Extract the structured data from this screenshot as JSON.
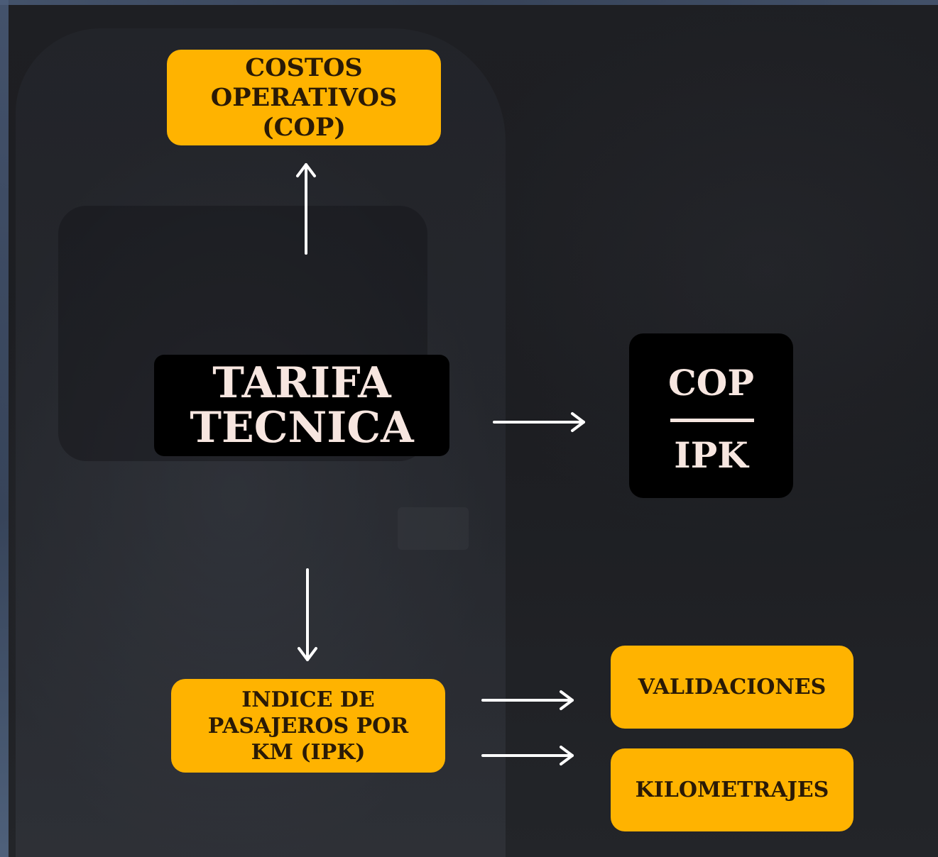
{
  "diagram": {
    "nodes": {
      "cop": {
        "label": "COSTOS OPERATIVOS (COP)"
      },
      "tarifa": {
        "label": "TARIFA TECNICA"
      },
      "formula": {
        "numerator": "COP",
        "denominator": "IPK"
      },
      "ipk": {
        "label": "INDICE DE PASAJEROS POR KM (IPK)"
      },
      "validaciones": {
        "label": "VALIDACIONES"
      },
      "kilometrajes": {
        "label": "KILOMETRAJES"
      }
    },
    "edges": [
      {
        "from": "tarifa",
        "to": "cop"
      },
      {
        "from": "tarifa",
        "to": "formula"
      },
      {
        "from": "tarifa",
        "to": "ipk"
      },
      {
        "from": "ipk",
        "to": "validaciones"
      },
      {
        "from": "ipk",
        "to": "kilometrajes"
      }
    ],
    "colors": {
      "node_fill_yellow": "#ffb300",
      "node_fill_black": "#000000",
      "node_text_dark": "#2a1a06",
      "node_text_light": "#f7e6e0",
      "arrow": "#ffffff",
      "background": "#1b1c20"
    }
  }
}
